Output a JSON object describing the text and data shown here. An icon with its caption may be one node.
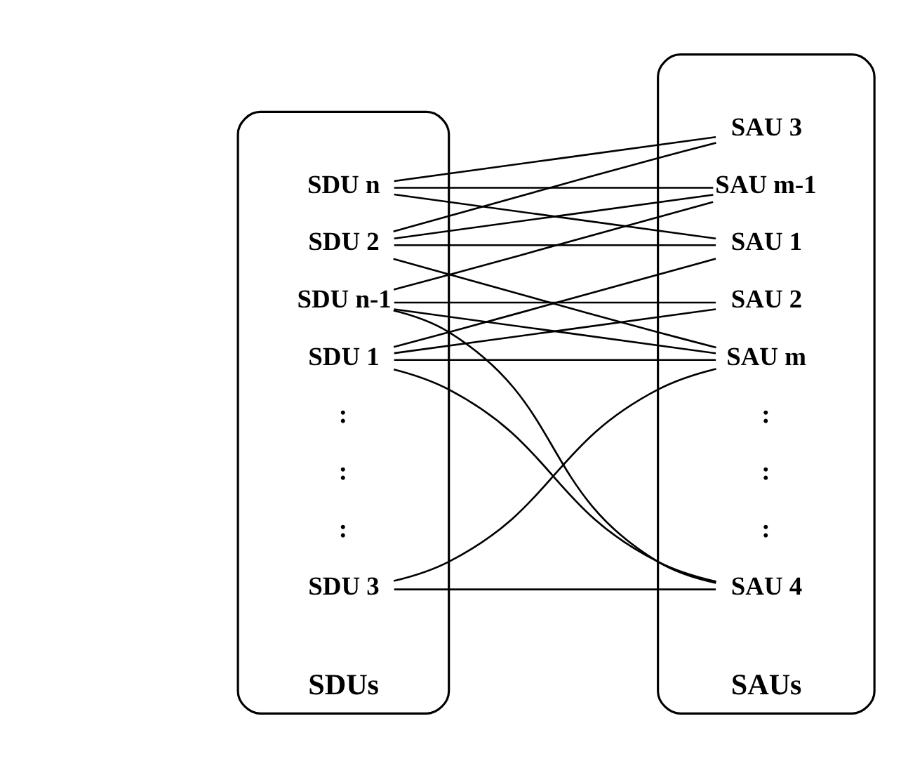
{
  "diagram": {
    "nodes": [
      {
        "text": [
          "SDUs"
        ]
      },
      {
        "text": [
          "SDU 1"
        ],
        "in": 0
      },
      {
        "text": [
          "SDU 2"
        ],
        "in": 0
      },
      {
        "text": [
          "SDU 3"
        ],
        "in": 0
      },
      {
        "text": [
          "SDU n-1"
        ],
        "in": 0
      },
      {
        "text": [
          "SDU n"
        ],
        "in": 0
      },
      {
        "text": [
          "SAUs"
        ]
      },
      {
        "text": [
          "SAU 1"
        ],
        "in": 6
      },
      {
        "text": [
          "SAU 2"
        ],
        "in": 6
      },
      {
        "text": [
          "SAU 3"
        ],
        "in": 6
      },
      {
        "text": [
          "SAU 4"
        ],
        "in": 6
      },
      {
        "text": [
          "SAU m-1"
        ],
        "in": 6
      },
      {
        "text": [
          "SAU m"
        ],
        "in": 6
      }
    ],
    "edges": [
      {
        "from": 1,
        "to": 7,
        "arrow": "none"
      },
      {
        "from": 1,
        "to": 8,
        "arrow": "none"
      },
      {
        "from": 1,
        "to": 10,
        "arrow": "none"
      },
      {
        "from": 1,
        "to": 12,
        "arrow": "none"
      },
      {
        "from": 2,
        "to": 7,
        "arrow": "none"
      },
      {
        "from": 2,
        "to": 9,
        "arrow": "none"
      },
      {
        "from": 2,
        "to": 11,
        "arrow": "none"
      },
      {
        "from": 2,
        "to": 12,
        "arrow": "none"
      },
      {
        "from": 3,
        "to": 10,
        "arrow": "none"
      },
      {
        "from": 3,
        "to": 12,
        "arrow": "none"
      },
      {
        "from": 4,
        "to": 8,
        "arrow": "none"
      },
      {
        "from": 4,
        "to": 10,
        "arrow": "none"
      },
      {
        "from": 4,
        "to": 11,
        "arrow": "none"
      },
      {
        "from": 4,
        "to": 12,
        "arrow": "none"
      },
      {
        "from": 5,
        "to": 7,
        "arrow": "none"
      },
      {
        "from": 5,
        "to": 9,
        "arrow": "none"
      },
      {
        "from": 5,
        "to": 11,
        "arrow": "none"
      }
    ],
    "labels": [
      ":",
      ":",
      ":",
      ":",
      ":",
      ":"
    ]
  }
}
